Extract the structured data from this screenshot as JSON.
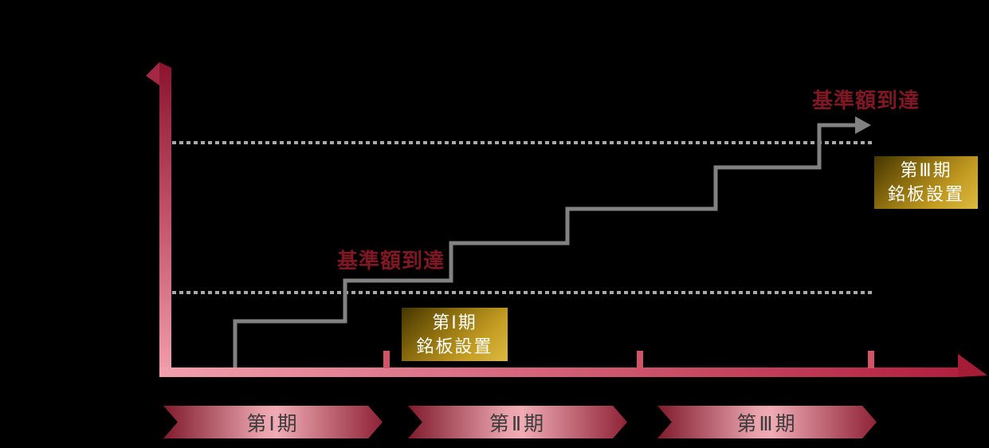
{
  "diagram": {
    "description": "Stepwise fund accumulation diagram: amount rises in steps across three periods; a nameplate is installed each time the standard amount threshold is reached",
    "background_color": "#000000",
    "step_line": {
      "step_count": 6,
      "steps_per_phase": 2,
      "ends_with_arrow": true,
      "color": "#828282"
    },
    "thresholds": [
      {
        "id": "lower",
        "label": "基準額到達",
        "style": "dotted"
      },
      {
        "id": "upper",
        "label": "基準額到達",
        "style": "dotted"
      }
    ],
    "plaques": [
      {
        "line1": "第Ⅰ期",
        "line2": "銘板設置"
      },
      {
        "line1": "第Ⅲ期",
        "line2": "銘板設置"
      }
    ],
    "phases": [
      {
        "label": "第Ⅰ期"
      },
      {
        "label": "第Ⅱ期"
      },
      {
        "label": "第Ⅲ期"
      }
    ],
    "colors": {
      "axis_dark_red": "#8a132e",
      "axis_light_pink": "#f2a0ad",
      "axis_arrow_red": "#a51c37",
      "tick_pink": "#d15366",
      "step_gray": "#828282",
      "dotted_gray": "#a9a9a9",
      "milestone_text": "#801823",
      "plaque_gold_dark": "#453501",
      "plaque_gold_light": "#dcba40",
      "plaque_text": "#ffffff",
      "banner_edge_red": "#7f1a2b",
      "banner_center_pink": "#f0abb4",
      "banner_text": "#3c3c3c"
    }
  }
}
